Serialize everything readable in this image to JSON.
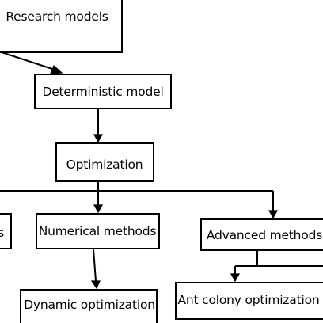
{
  "diagram": {
    "nodes": {
      "research_models": "Research models",
      "deterministic_model": "Deterministic model",
      "optimization": "Optimization",
      "left_partial": "s",
      "numerical_methods": "Numerical methods",
      "advanced_methods": "Advanced methods",
      "dynamic_optimization": "Dynamic optimization",
      "ant_colony_optimization": "Ant colony optimization"
    },
    "colors": {
      "line": "#000000",
      "box_fill": "#ffffff",
      "background": "#ffffff"
    }
  }
}
